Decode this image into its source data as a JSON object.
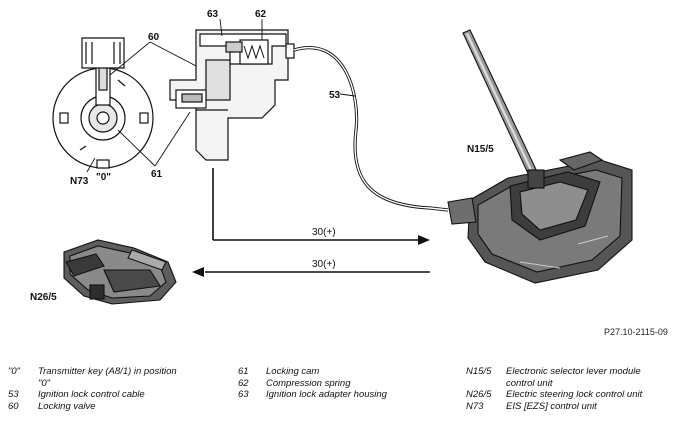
{
  "labels": {
    "l60": "60",
    "l63": "63",
    "l62": "62",
    "l53": "53",
    "n73": "N73",
    "zero": "\"0\"",
    "l61": "61",
    "n155": "N15/5",
    "v30a": "30(+)",
    "v30b": "30(+)",
    "n265": "N26/5",
    "ref": "P27.10-2115-09"
  },
  "legend": {
    "col1": [
      {
        "key": "\"0\"",
        "value": "Transmitter key (A8/1) in position",
        "value2": "\"0\""
      },
      {
        "key": "53",
        "value": "Ignition lock control cable"
      },
      {
        "key": "60",
        "value": "Locking valve"
      }
    ],
    "col2": [
      {
        "key": "61",
        "value": "Locking cam"
      },
      {
        "key": "62",
        "value": "Compression spring"
      },
      {
        "key": "63",
        "value": "Ignition lock adapter housing"
      }
    ],
    "col3": [
      {
        "key": "N15/5",
        "value": "Electronic selector lever module",
        "value2": "control unit"
      },
      {
        "key": "N26/5",
        "value": "Electric steering lock control unit"
      },
      {
        "key": "N73",
        "value": "EIS [EZS] control unit"
      }
    ]
  }
}
